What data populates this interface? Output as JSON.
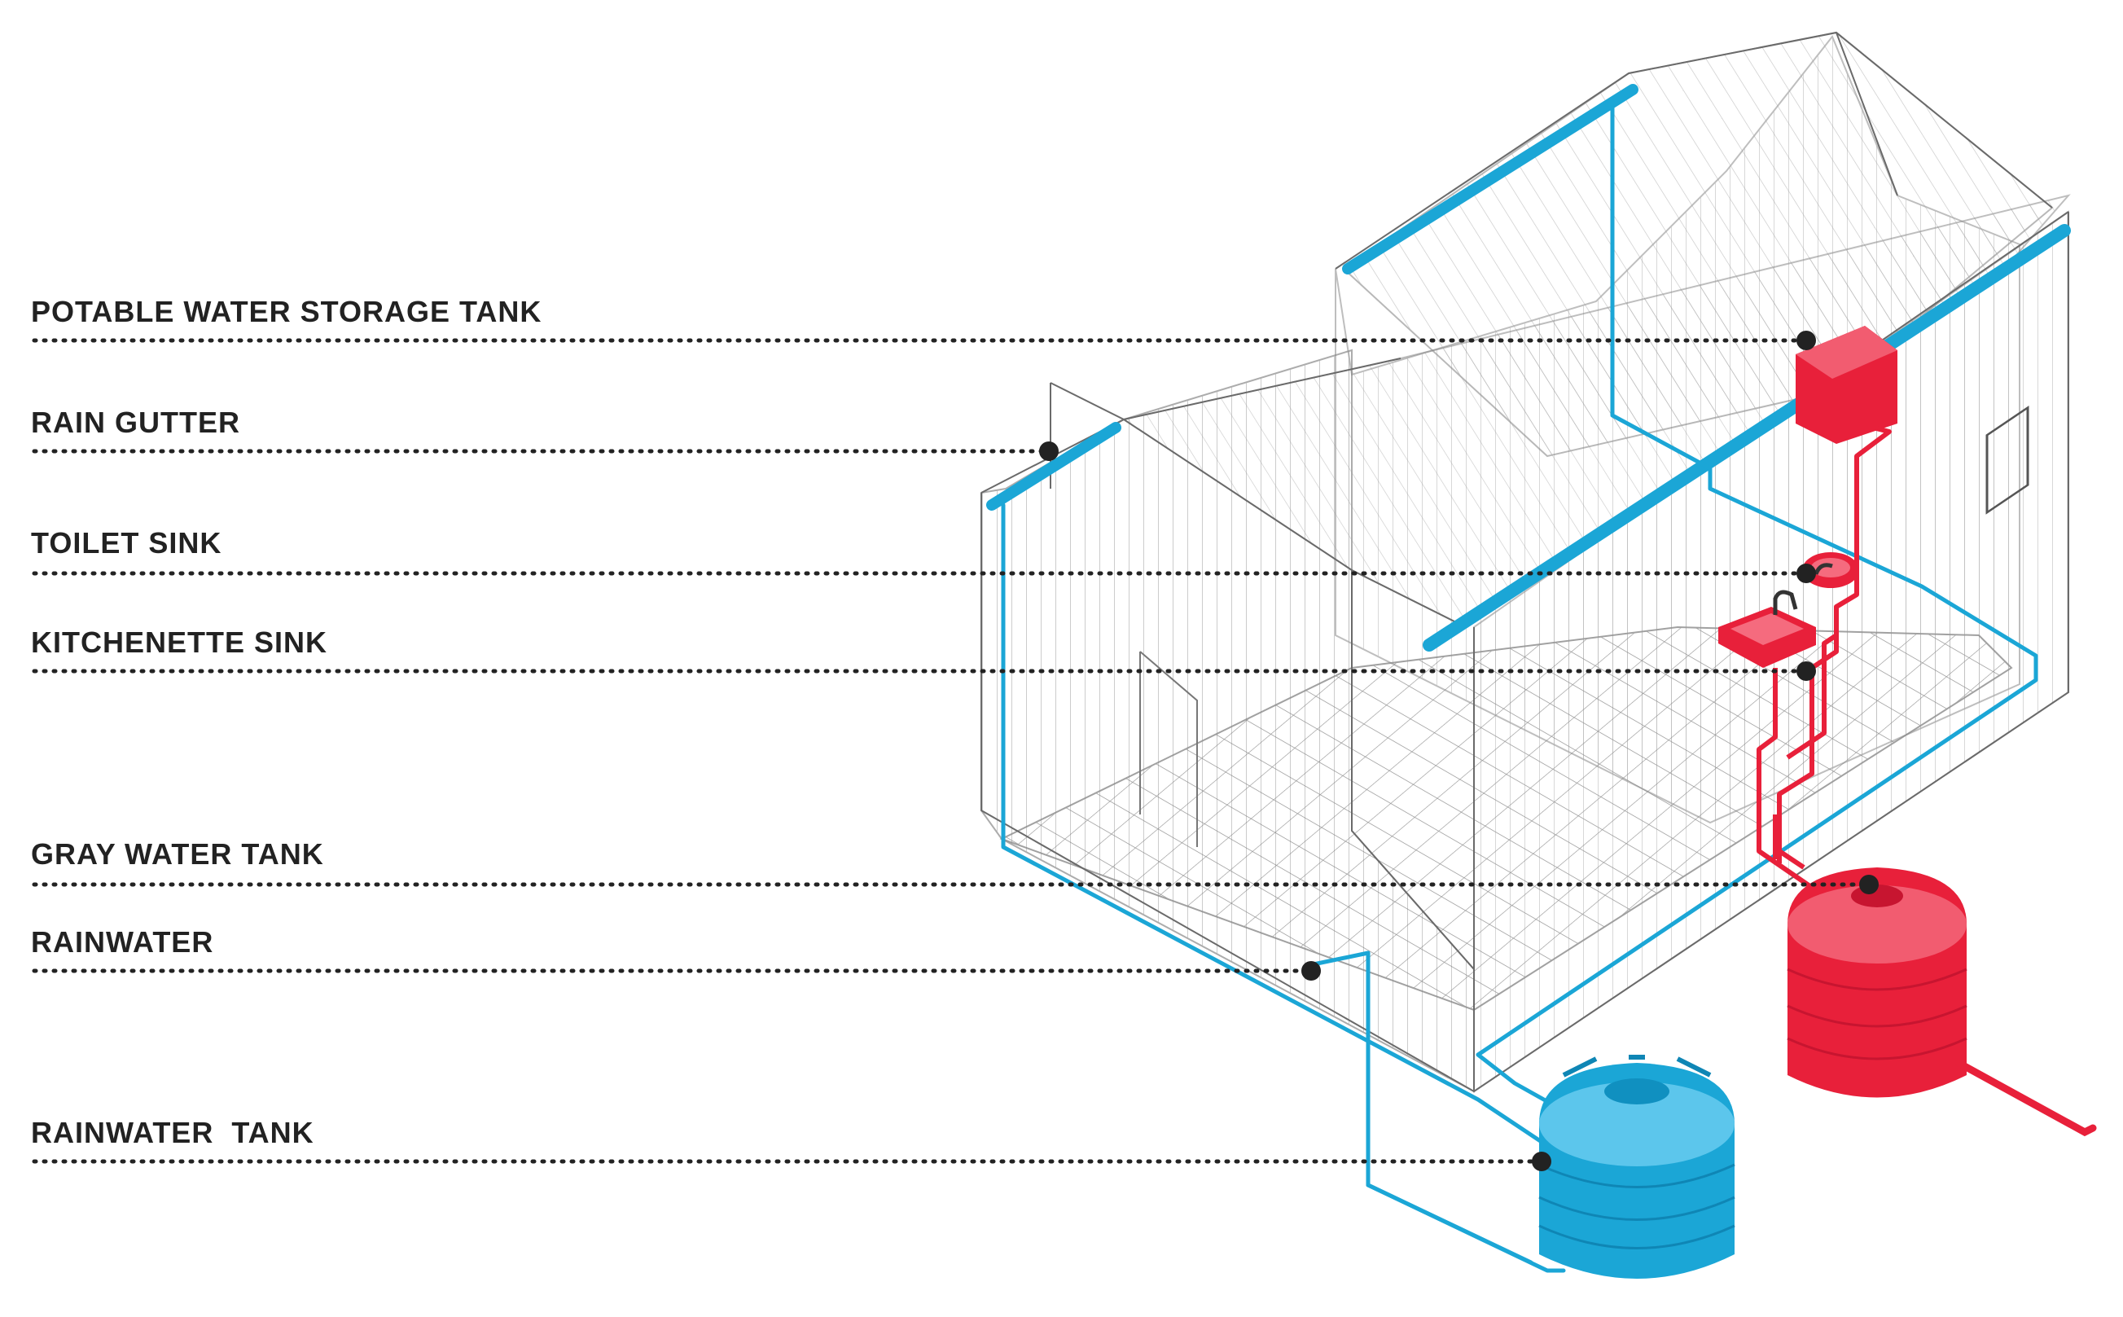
{
  "diagram": {
    "colors": {
      "rainwater": "#1BA6D6",
      "greywater": "#E8203A",
      "leader": "#222222",
      "wireframe": "#8a8a8a"
    },
    "labels": [
      {
        "id": "potable-water-storage-tank",
        "text": "POTABLE WATER STORAGE TANK"
      },
      {
        "id": "rain-gutter",
        "text": "RAIN GUTTER"
      },
      {
        "id": "toilet-sink",
        "text": "TOILET SINK"
      },
      {
        "id": "kitchenette-sink",
        "text": "KITCHENETTE SINK"
      },
      {
        "id": "gray-water-tank",
        "text": "GRAY WATER TANK"
      },
      {
        "id": "rainwater",
        "text": "RAINWATER"
      },
      {
        "id": "rainwater-tank",
        "text": "RAINWATER  TANK"
      }
    ]
  }
}
